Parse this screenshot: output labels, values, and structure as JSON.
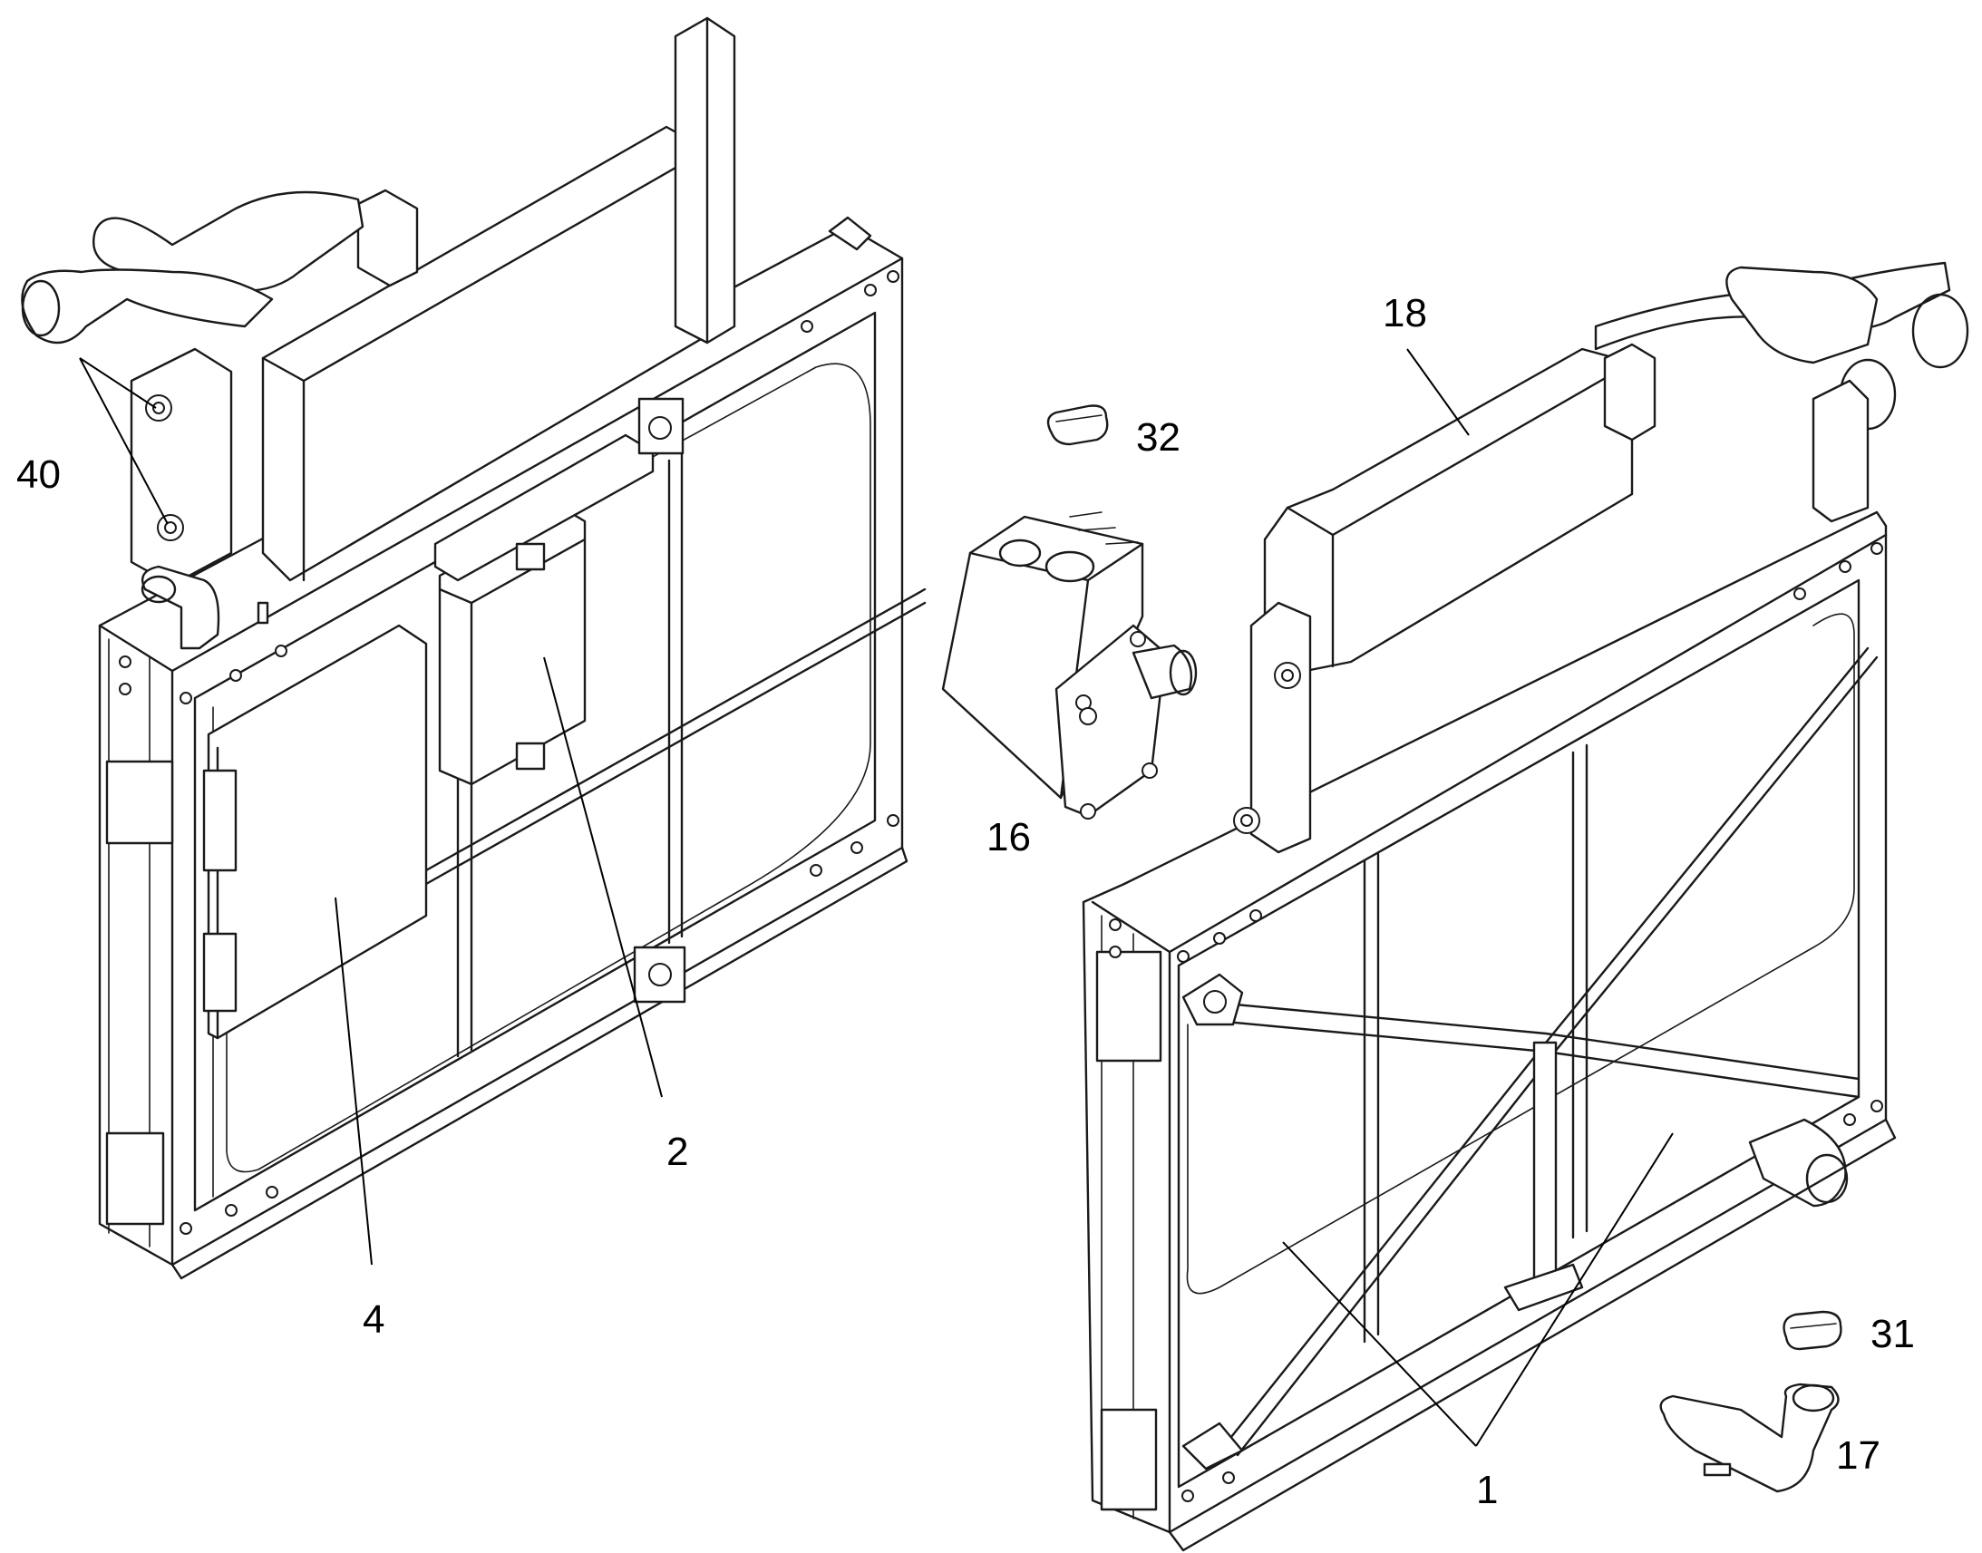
{
  "callouts": {
    "c1": "1",
    "c2": "2",
    "c4": "4",
    "c16": "16",
    "c17": "17",
    "c18": "18",
    "c31": "31",
    "c32": "32",
    "c40": "40"
  },
  "colors": {
    "line": "#1a1a1a",
    "background": "#ffffff"
  }
}
